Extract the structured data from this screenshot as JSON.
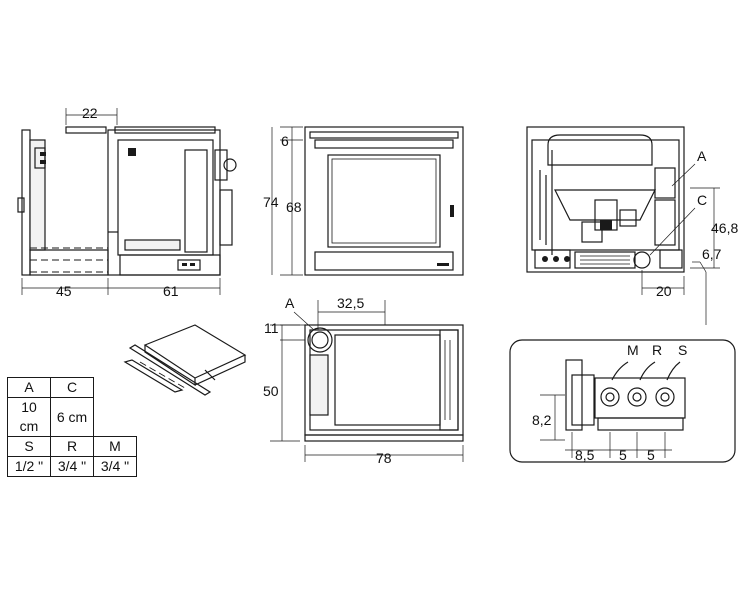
{
  "side_view": {
    "dim_depth_top": "22",
    "dim_left_width": "45",
    "dim_right_width": "61"
  },
  "front_view": {
    "dim_top": "6",
    "dim_height_outer": "74",
    "dim_height_inner": "68"
  },
  "rear_view": {
    "label_a": "A",
    "label_c": "C",
    "dim_height": "46,8",
    "dim_offset": "6,7",
    "dim_width": "20"
  },
  "top_view": {
    "label_a": "A",
    "dim_a_pos": "32,5",
    "dim_a_depth": "11",
    "dim_depth": "50",
    "dim_width": "78"
  },
  "detail_view": {
    "label_m": "M",
    "label_r": "R",
    "label_s": "S",
    "dim_height": "8,2",
    "dim_offset": "8,5",
    "dim_spacing_1": "5",
    "dim_spacing_2": "5"
  },
  "spec_table": {
    "rows": [
      [
        "A",
        "C"
      ],
      [
        "10 cm",
        "6 cm"
      ],
      [
        "S",
        "R",
        "M"
      ],
      [
        "1/2 \"",
        "3/4 \"",
        "3/4 \""
      ]
    ]
  }
}
